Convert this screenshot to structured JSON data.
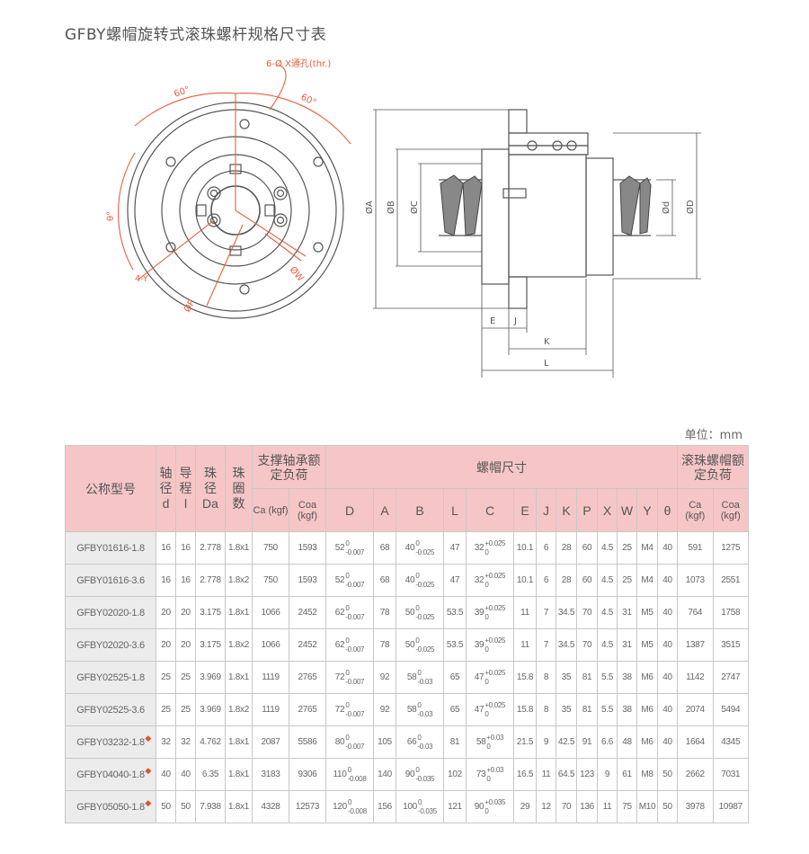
{
  "title": "GFBY螺帽旋转式滚珠螺杆规格尺寸表",
  "drawing": {
    "labels": {
      "holes": "6-Ø X通孔(thr.)",
      "angle1": "60°",
      "angle2": "60°",
      "theta": "θ°",
      "y": "4-Y",
      "p": "ØP",
      "w": "ØW",
      "a": "ØA",
      "b": "ØB",
      "c": "ØC",
      "d": "Ød",
      "D": "ØD",
      "e": "E",
      "j": "J",
      "k": "K",
      "l": "L"
    },
    "accent": "#e8603c"
  },
  "unit": "单位：mm",
  "table": {
    "headers": {
      "model": "公称型号",
      "shaft": [
        "轴",
        "径",
        "d"
      ],
      "lead": [
        "导",
        "程",
        "l"
      ],
      "ball": [
        "珠",
        "径",
        "Da"
      ],
      "turns": [
        "珠",
        "圈",
        "数"
      ],
      "support": "支撑轴承额定负荷",
      "nut": "螺帽尺寸",
      "ballnut": "滚珠螺帽额定负荷",
      "ca": "Ca (kgf)",
      "coa": "Coa (kgf)",
      "cols": [
        "D",
        "A",
        "B",
        "L",
        "C",
        "E",
        "J",
        "K",
        "P",
        "X",
        "W",
        "Y",
        "θ"
      ]
    },
    "rows": [
      {
        "model": "GFBY01616-1.8",
        "mark": "",
        "d": "16",
        "l": "16",
        "da": "2.778",
        "turns": "1.8x1",
        "ca": "750",
        "coa": "1593",
        "D": "52",
        "D_up": "0",
        "D_lo": "-0.007",
        "A": "68",
        "B": "40",
        "B_up": "0",
        "B_lo": "-0.025",
        "L": "47",
        "C": "32",
        "C_up": "+0.025",
        "C_lo": "0",
        "E": "10.1",
        "J": "6",
        "K": "28",
        "P": "60",
        "X": "4.5",
        "W": "25",
        "Y": "M4",
        "th": "40",
        "ca2": "591",
        "coa2": "1275"
      },
      {
        "model": "GFBY01616-3.6",
        "mark": "",
        "d": "16",
        "l": "16",
        "da": "2.778",
        "turns": "1.8x2",
        "ca": "750",
        "coa": "1593",
        "D": "52",
        "D_up": "0",
        "D_lo": "-0.007",
        "A": "68",
        "B": "40",
        "B_up": "0",
        "B_lo": "-0.025",
        "L": "47",
        "C": "32",
        "C_up": "+0.025",
        "C_lo": "0",
        "E": "10.1",
        "J": "6",
        "K": "28",
        "P": "60",
        "X": "4.5",
        "W": "25",
        "Y": "M4",
        "th": "40",
        "ca2": "1073",
        "coa2": "2551"
      },
      {
        "model": "GFBY02020-1.8",
        "mark": "",
        "d": "20",
        "l": "20",
        "da": "3.175",
        "turns": "1.8x1",
        "ca": "1066",
        "coa": "2452",
        "D": "62",
        "D_up": "0",
        "D_lo": "-0.007",
        "A": "78",
        "B": "50",
        "B_up": "0",
        "B_lo": "-0.025",
        "L": "53.5",
        "C": "39",
        "C_up": "+0.025",
        "C_lo": "0",
        "E": "11",
        "J": "7",
        "K": "34.5",
        "P": "70",
        "X": "4.5",
        "W": "31",
        "Y": "M5",
        "th": "40",
        "ca2": "764",
        "coa2": "1758"
      },
      {
        "model": "GFBY02020-3.6",
        "mark": "",
        "d": "20",
        "l": "20",
        "da": "3.175",
        "turns": "1.8x2",
        "ca": "1066",
        "coa": "2452",
        "D": "62",
        "D_up": "0",
        "D_lo": "-0.007",
        "A": "78",
        "B": "50",
        "B_up": "0",
        "B_lo": "-0.025",
        "L": "53.5",
        "C": "39",
        "C_up": "+0.025",
        "C_lo": "0",
        "E": "11",
        "J": "7",
        "K": "34.5",
        "P": "70",
        "X": "4.5",
        "W": "31",
        "Y": "M5",
        "th": "40",
        "ca2": "1387",
        "coa2": "3515"
      },
      {
        "model": "GFBY02525-1.8",
        "mark": "",
        "d": "25",
        "l": "25",
        "da": "3.969",
        "turns": "1.8x1",
        "ca": "1119",
        "coa": "2765",
        "D": "72",
        "D_up": "0",
        "D_lo": "-0.007",
        "A": "92",
        "B": "58",
        "B_up": "0",
        "B_lo": "-0.03",
        "L": "65",
        "C": "47",
        "C_up": "+0.025",
        "C_lo": "0",
        "E": "15.8",
        "J": "8",
        "K": "35",
        "P": "81",
        "X": "5.5",
        "W": "38",
        "Y": "M6",
        "th": "40",
        "ca2": "1142",
        "coa2": "2747"
      },
      {
        "model": "GFBY02525-3.6",
        "mark": "",
        "d": "25",
        "l": "25",
        "da": "3.969",
        "turns": "1.8x2",
        "ca": "1119",
        "coa": "2765",
        "D": "72",
        "D_up": "0",
        "D_lo": "-0.007",
        "A": "92",
        "B": "58",
        "B_up": "0",
        "B_lo": "-0.03",
        "L": "65",
        "C": "47",
        "C_up": "+0.025",
        "C_lo": "0",
        "E": "15.8",
        "J": "8",
        "K": "35",
        "P": "81",
        "X": "5.5",
        "W": "38",
        "Y": "M6",
        "th": "40",
        "ca2": "2074",
        "coa2": "5494"
      },
      {
        "model": "GFBY03232-1.8",
        "mark": "◆",
        "d": "32",
        "l": "32",
        "da": "4.762",
        "turns": "1.8x1",
        "ca": "2087",
        "coa": "5586",
        "D": "80",
        "D_up": "0",
        "D_lo": "-0.007",
        "A": "105",
        "B": "66",
        "B_up": "0",
        "B_lo": "-0.03",
        "L": "81",
        "C": "58",
        "C_up": "+0.03",
        "C_lo": "0",
        "E": "21.5",
        "J": "9",
        "K": "42.5",
        "P": "91",
        "X": "6.6",
        "W": "48",
        "Y": "M6",
        "th": "40",
        "ca2": "1664",
        "coa2": "4345"
      },
      {
        "model": "GFBY04040-1.8",
        "mark": "◆",
        "d": "40",
        "l": "40",
        "da": "6.35",
        "turns": "1.8x1",
        "ca": "3183",
        "coa": "9306",
        "D": "110",
        "D_up": "0",
        "D_lo": "-0.008",
        "A": "140",
        "B": "90",
        "B_up": "0",
        "B_lo": "-0.035",
        "L": "102",
        "C": "73",
        "C_up": "+0.03",
        "C_lo": "0",
        "E": "16.5",
        "J": "11",
        "K": "64.5",
        "P": "123",
        "X": "9",
        "W": "61",
        "Y": "M8",
        "th": "50",
        "ca2": "2662",
        "coa2": "7031"
      },
      {
        "model": "GFBY05050-1.8",
        "mark": "◆",
        "d": "50",
        "l": "50",
        "da": "7.938",
        "turns": "1.8x1",
        "ca": "4328",
        "coa": "12573",
        "D": "120",
        "D_up": "0",
        "D_lo": "-0.008",
        "A": "156",
        "B": "100",
        "B_up": "0",
        "B_lo": "-0.035",
        "L": "121",
        "C": "90",
        "C_up": "+0.035",
        "C_lo": "0",
        "E": "29",
        "J": "12",
        "K": "70",
        "P": "136",
        "X": "11",
        "W": "75",
        "Y": "M10",
        "th": "50",
        "ca2": "3978",
        "coa2": "10987"
      }
    ]
  }
}
